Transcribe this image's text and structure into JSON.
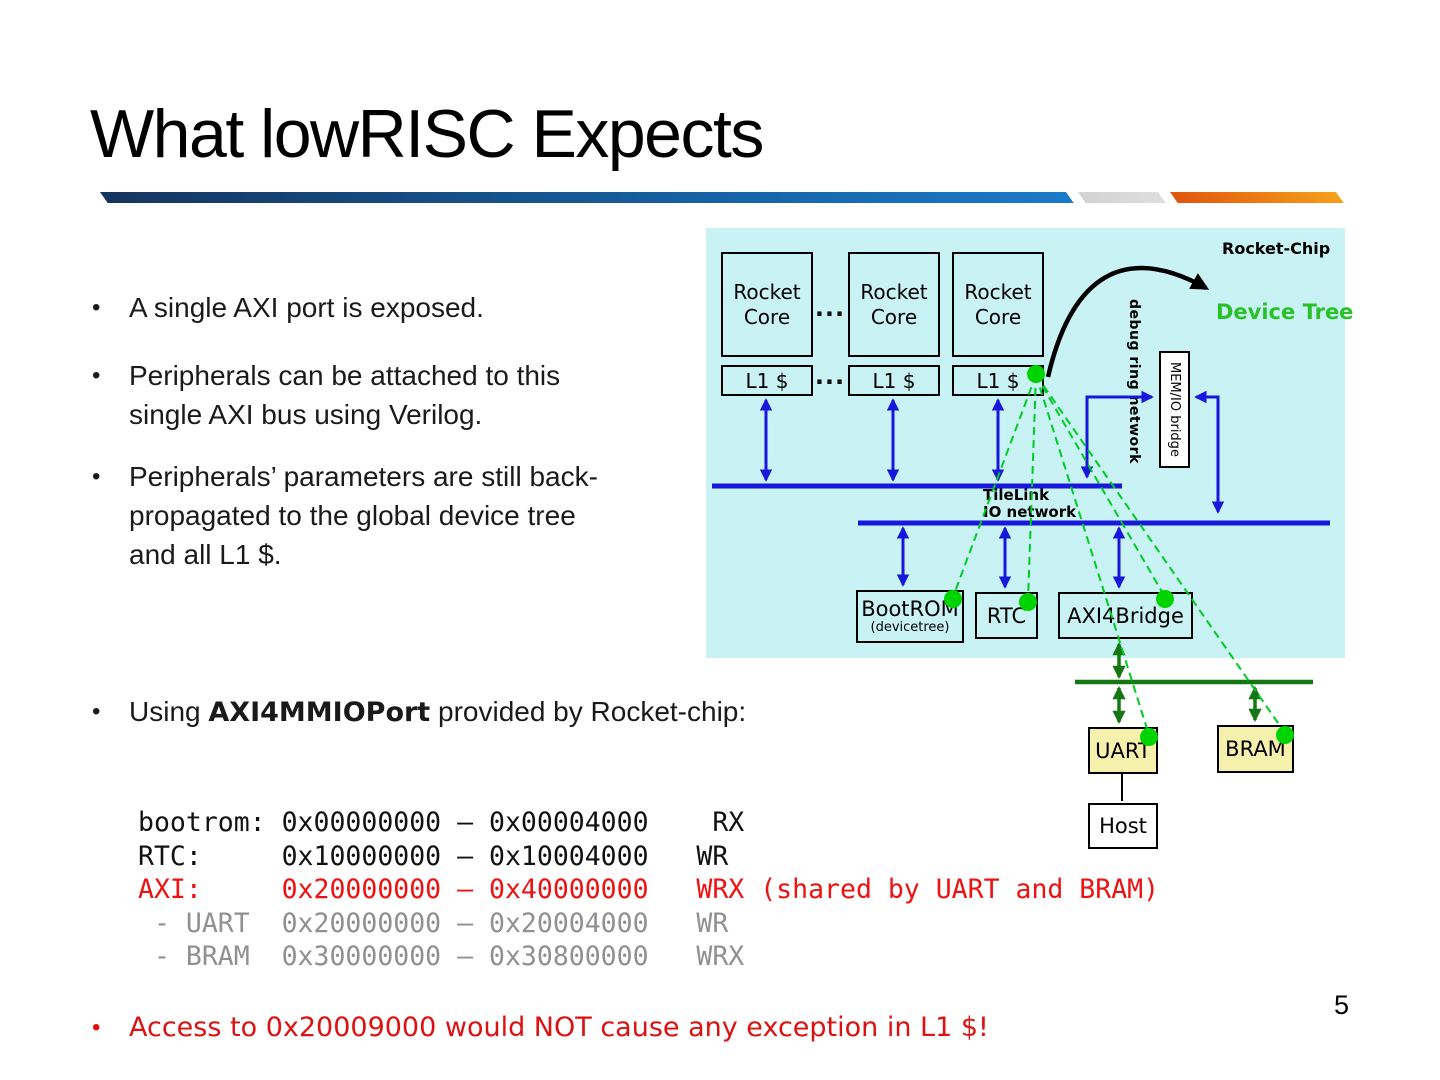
{
  "slide": {
    "title": "What lowRISC Expects",
    "page_number": "5",
    "bullet_glyph": "•",
    "bullets": [
      "A single AXI port is exposed.",
      "Peripherals can be attached to this\nsingle AXI bus using Verilog.",
      "Peripherals’ parameters are still back-\npropagated to the global device tree\nand all L1 $."
    ],
    "using_line": {
      "pre": "Using ",
      "emph": "AXI4MMIOPort",
      "post": " provided by Rocket-chip:"
    },
    "memory_map": [
      {
        "text": "bootrom: 0x00000000 – 0x00004000    RX",
        "tone": "default"
      },
      {
        "text": "RTC:     0x10000000 – 0x10004000   WR",
        "tone": "default"
      },
      {
        "text": "AXI:     0x20000000 – 0x40000000   WRX (shared by UART and BRAM)",
        "tone": "alert"
      },
      {
        "text": " - UART  0x20000000 – 0x20004000   WR",
        "tone": "muted"
      },
      {
        "text": " - BRAM  0x30000000 – 0x30800000   WRX",
        "tone": "muted"
      }
    ],
    "warning": "Access to 0x20009000 would NOT cause any exception in L1 $!"
  },
  "diagram": {
    "rocket_chip": "Rocket-Chip",
    "device_tree": "Device Tree",
    "core": "Rocket\nCore",
    "ellipsis": "...",
    "l1": "L1 $",
    "debug_ring": "debug ring network",
    "memio_bridge": "MEM/IO bridge",
    "tilelink": "TileLink\nIO network",
    "bootrom": "BootROM",
    "bootrom_sub": "(devicetree)",
    "rtc": "RTC",
    "axi4bridge": "AXI4Bridge",
    "uart": "UART",
    "bram": "BRAM",
    "host": "Host",
    "colors": {
      "background": "#c8f2f4",
      "bus_blue": "#1717dd",
      "bus_dark_green": "#147714",
      "link_green": "#00cc22",
      "dot_green": "#00d400",
      "device_tree_green": "#28c128",
      "peripheral_yellow": "#f6f0ad",
      "alert_red": "#ee1111",
      "muted_gray": "#909090",
      "bar_blue": "#1a7ac9",
      "bar_orange": "#f5a01a"
    }
  }
}
